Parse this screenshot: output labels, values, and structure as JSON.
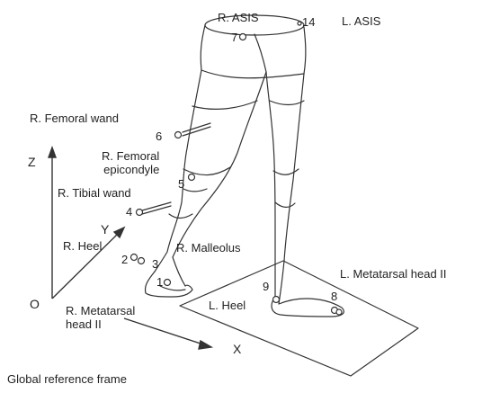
{
  "labels": {
    "r_asis": "R. ASIS",
    "l_asis": "L. ASIS",
    "r_femoral_wand": "R. Femoral wand",
    "r_femoral_epicondyle": "R. Femoral\nepicondyle",
    "r_tibial_wand": "R. Tibial wand",
    "r_heel": "R. Heel",
    "r_malleolus": "R. Malleolus",
    "l_metatarsal_head": "L. Metatarsal head II",
    "l_heel": "L. Heel",
    "r_metatarsal_head": "R. Metatarsal\nhead II",
    "caption": "Global reference frame"
  },
  "markers": [
    "1",
    "2",
    "3",
    "4",
    "5",
    "6",
    "7",
    "8",
    "9",
    "14"
  ],
  "axes": {
    "x": "X",
    "y": "Y",
    "z": "Z",
    "origin": "O"
  },
  "colors": {
    "line": "#333333",
    "text": "#222222"
  }
}
